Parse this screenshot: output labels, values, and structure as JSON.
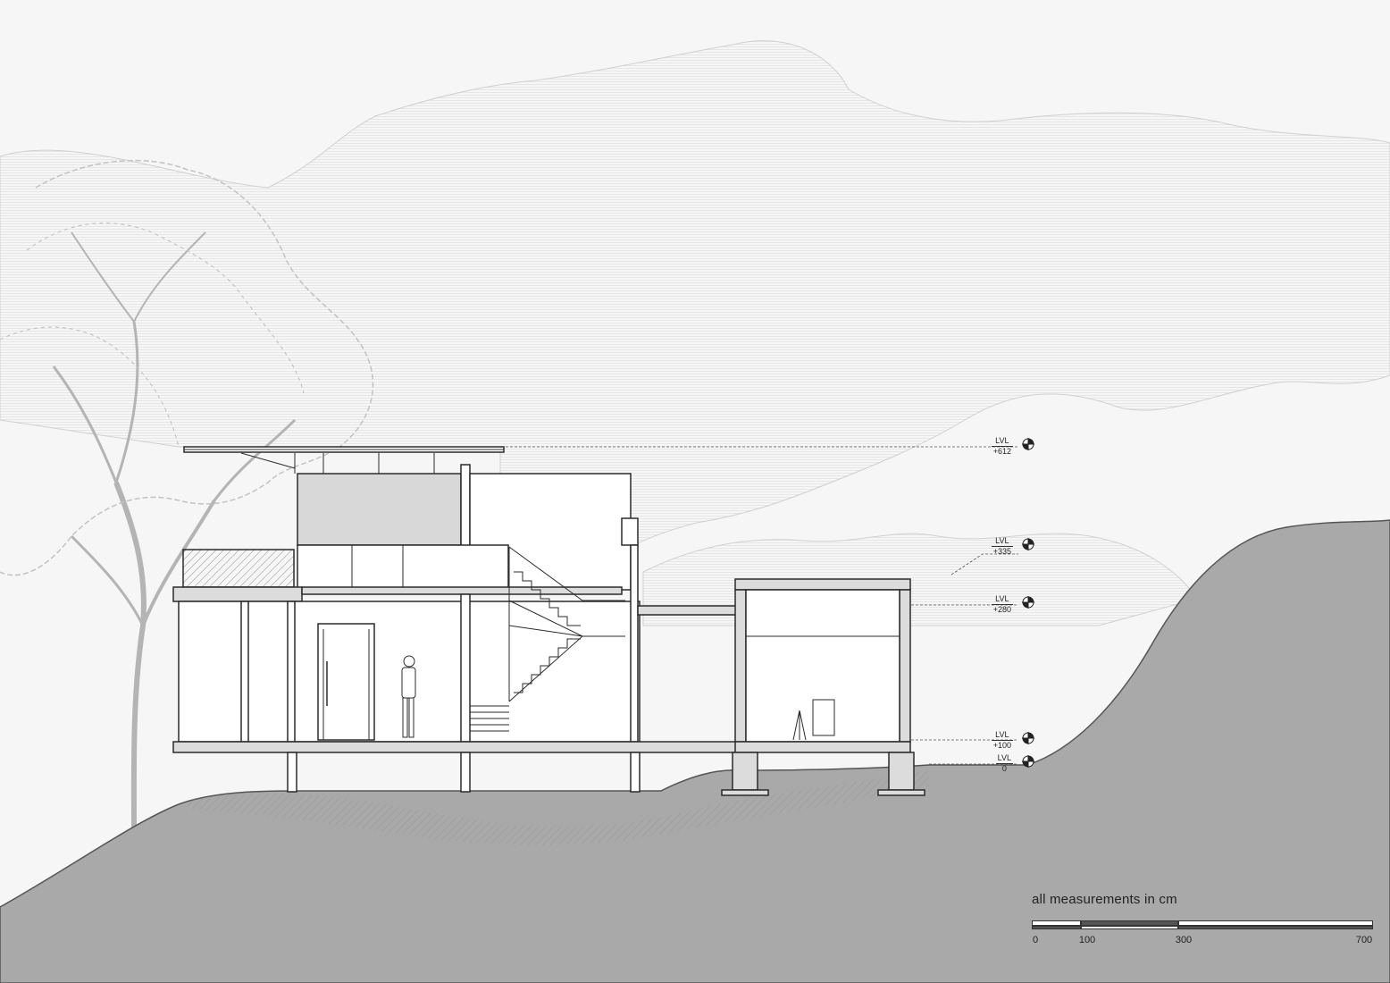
{
  "notes": {
    "units": "all measurements in cm"
  },
  "levels": [
    {
      "label": "LVL",
      "value": "+612"
    },
    {
      "label": "LVL",
      "value": "+335"
    },
    {
      "label": "LVL",
      "value": "+280"
    },
    {
      "label": "LVL",
      "value": "+100"
    },
    {
      "label": "LVL",
      "value": "0"
    }
  ],
  "scale_bar": {
    "ticks": [
      "0",
      "100",
      "300",
      "700"
    ]
  },
  "colors": {
    "ground": "#a9a9a9",
    "sky": "#f2f2f2",
    "tree": "#b9b9b9",
    "line": "#2b2b2b",
    "glazing": "#d8d8d8"
  }
}
